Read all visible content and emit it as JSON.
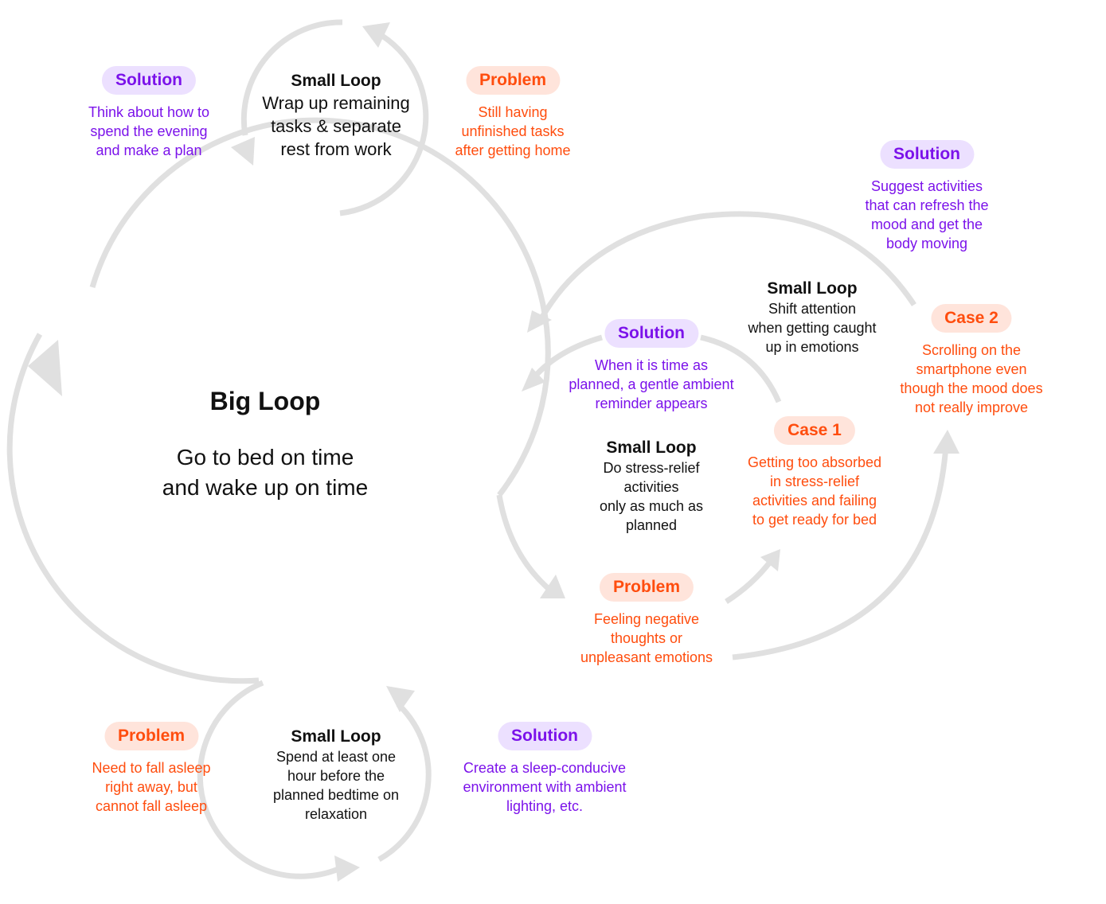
{
  "colors": {
    "arrow": "#e0e0e0",
    "solution_text": "#7b12ea",
    "solution_pill": "#ece0ff",
    "problem_text": "#ff4d0e",
    "problem_pill": "#ffe4db",
    "loop_text": "#111111"
  },
  "big_loop": {
    "title": "Big Loop",
    "lines": [
      "Go to bed on time",
      "and wake up on time"
    ]
  },
  "top_loop": {
    "title": "Small Loop",
    "lines": [
      "Wrap up remaining",
      "tasks & separate",
      "rest from work"
    ],
    "solution": {
      "label": "Solution",
      "lines": [
        "Think about how to",
        "spend the evening",
        "and make a plan"
      ]
    },
    "problem": {
      "label": "Problem",
      "lines": [
        "Still having",
        "unfinished tasks",
        "after getting home"
      ]
    }
  },
  "bottom_loop": {
    "title": "Small Loop",
    "lines": [
      "Spend at least one",
      "hour before the",
      "planned bedtime on",
      "relaxation"
    ],
    "problem": {
      "label": "Problem",
      "lines": [
        "Need to fall asleep",
        "right away, but",
        "cannot fall asleep"
      ]
    },
    "solution": {
      "label": "Solution",
      "lines": [
        "Create a sleep-conducive",
        "environment with ambient",
        "lighting, etc."
      ]
    }
  },
  "right_loop": {
    "problem": {
      "label": "Problem",
      "lines": [
        "Feeling negative",
        "thoughts or",
        "unpleasant emotions"
      ]
    },
    "case1": {
      "label": "Case 1",
      "lines": [
        "Getting too absorbed",
        "in stress-relief",
        "activities and failing",
        "to get ready for bed"
      ],
      "loop": {
        "title": "Small Loop",
        "lines": [
          "Do stress-relief",
          "activities",
          "only as much as",
          "planned"
        ]
      },
      "solution": {
        "label": "Solution",
        "lines": [
          "When it is time as",
          "planned, a gentle ambient",
          "reminder appears"
        ]
      }
    },
    "case2": {
      "label": "Case 2",
      "lines": [
        "Scrolling on the",
        "smartphone even",
        "though the mood does",
        "not really improve"
      ],
      "loop": {
        "title": "Small Loop",
        "lines": [
          "Shift attention",
          "when getting caught",
          "up in emotions"
        ]
      },
      "solution": {
        "label": "Solution",
        "lines": [
          "Suggest activities",
          "that can refresh the",
          "mood and get the",
          "body moving"
        ]
      }
    }
  }
}
